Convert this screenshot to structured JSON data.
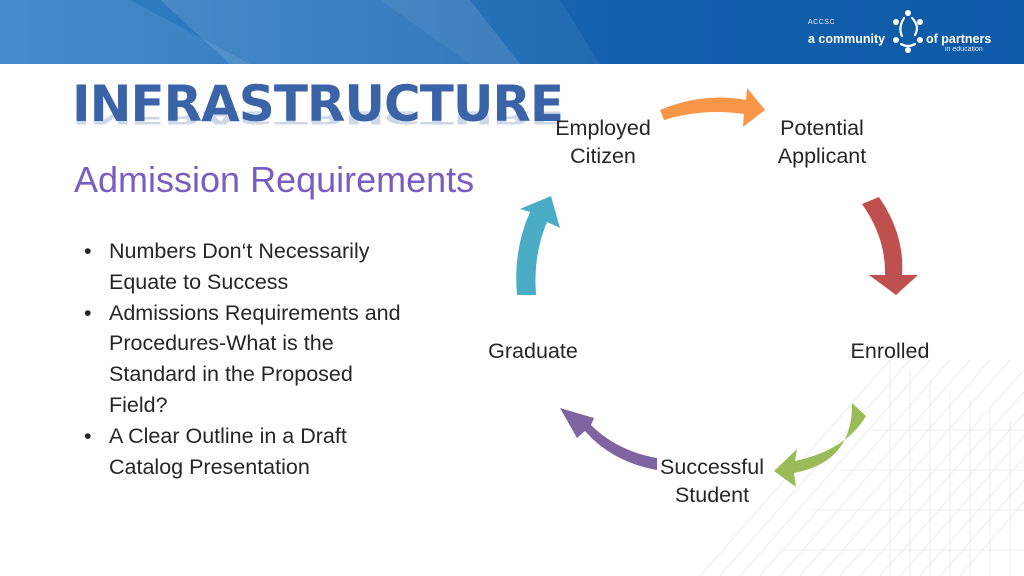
{
  "slide": {
    "title": "INFRASTRUCTURE",
    "subtitle": "Admission Requirements",
    "bullets": [
      "Numbers Don‘t Necessarily Equate to Success",
      "Admissions Requirements and Procedures-What is the Standard in the Proposed Field?",
      "A Clear Outline in a Draft Catalog Presentation"
    ]
  },
  "logo": {
    "small_text": "ACCSC",
    "text_left": "a community",
    "text_right": "of partners",
    "text_sub": "in education"
  },
  "cycle": {
    "nodes": [
      {
        "line1": "Employed",
        "line2": "Citizen"
      },
      {
        "line1": "Potential",
        "line2": "Applicant"
      },
      {
        "line1": "Enrolled",
        "line2": ""
      },
      {
        "line1": "Successful",
        "line2": "Student"
      },
      {
        "line1": "Graduate",
        "line2": ""
      }
    ],
    "arrow_colors": {
      "top": "#f79646",
      "right": "#c0504d",
      "bottom_right": "#9bbb59",
      "bottom_left": "#8064a2",
      "left": "#4bacc6"
    }
  },
  "colors": {
    "header": "#1360ad",
    "title": "#3a63a8",
    "subtitle": "#7b5cc2"
  }
}
